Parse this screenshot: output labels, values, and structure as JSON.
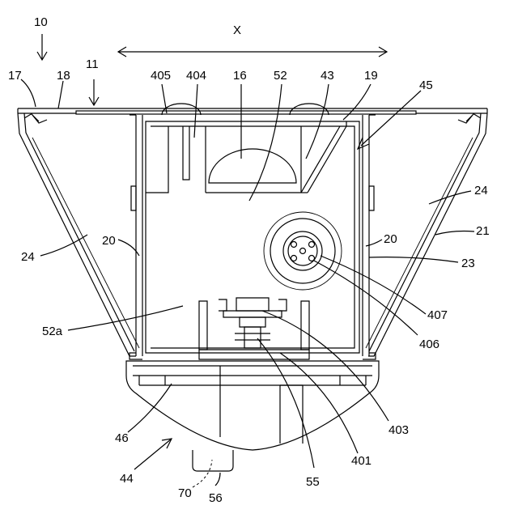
{
  "figure": {
    "labels": {
      "l10": "10",
      "lx": "X",
      "l17": "17",
      "l18": "18",
      "l11": "11",
      "l405": "405",
      "l404": "404",
      "l16": "16",
      "l52": "52",
      "l43": "43",
      "l19": "19",
      "l45": "45",
      "l24a": "24",
      "l24b": "24",
      "l20a": "20",
      "l20b": "20",
      "l21": "21",
      "l23": "23",
      "l407": "407",
      "l406": "406",
      "l52a": "52a",
      "l403": "403",
      "l46": "46",
      "l401": "401",
      "l44": "44",
      "l55": "55",
      "l70": "70",
      "l56": "56"
    }
  }
}
